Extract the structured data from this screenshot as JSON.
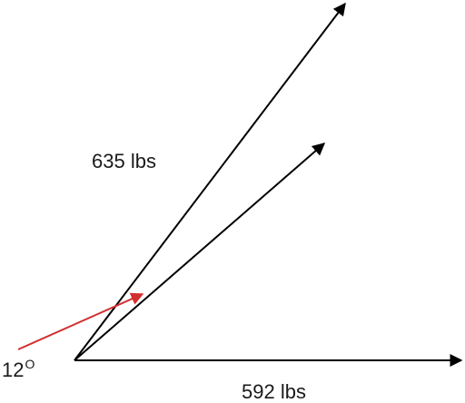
{
  "labels": {
    "top_force": "635 lbs",
    "bottom_force": "592 lbs",
    "angle_value": "12",
    "angle_unit": "O"
  },
  "colors": {
    "vector": "#000000",
    "angle_pointer": "#d32f2f",
    "text": "#1a1a1a",
    "background": "#ffffff"
  }
}
